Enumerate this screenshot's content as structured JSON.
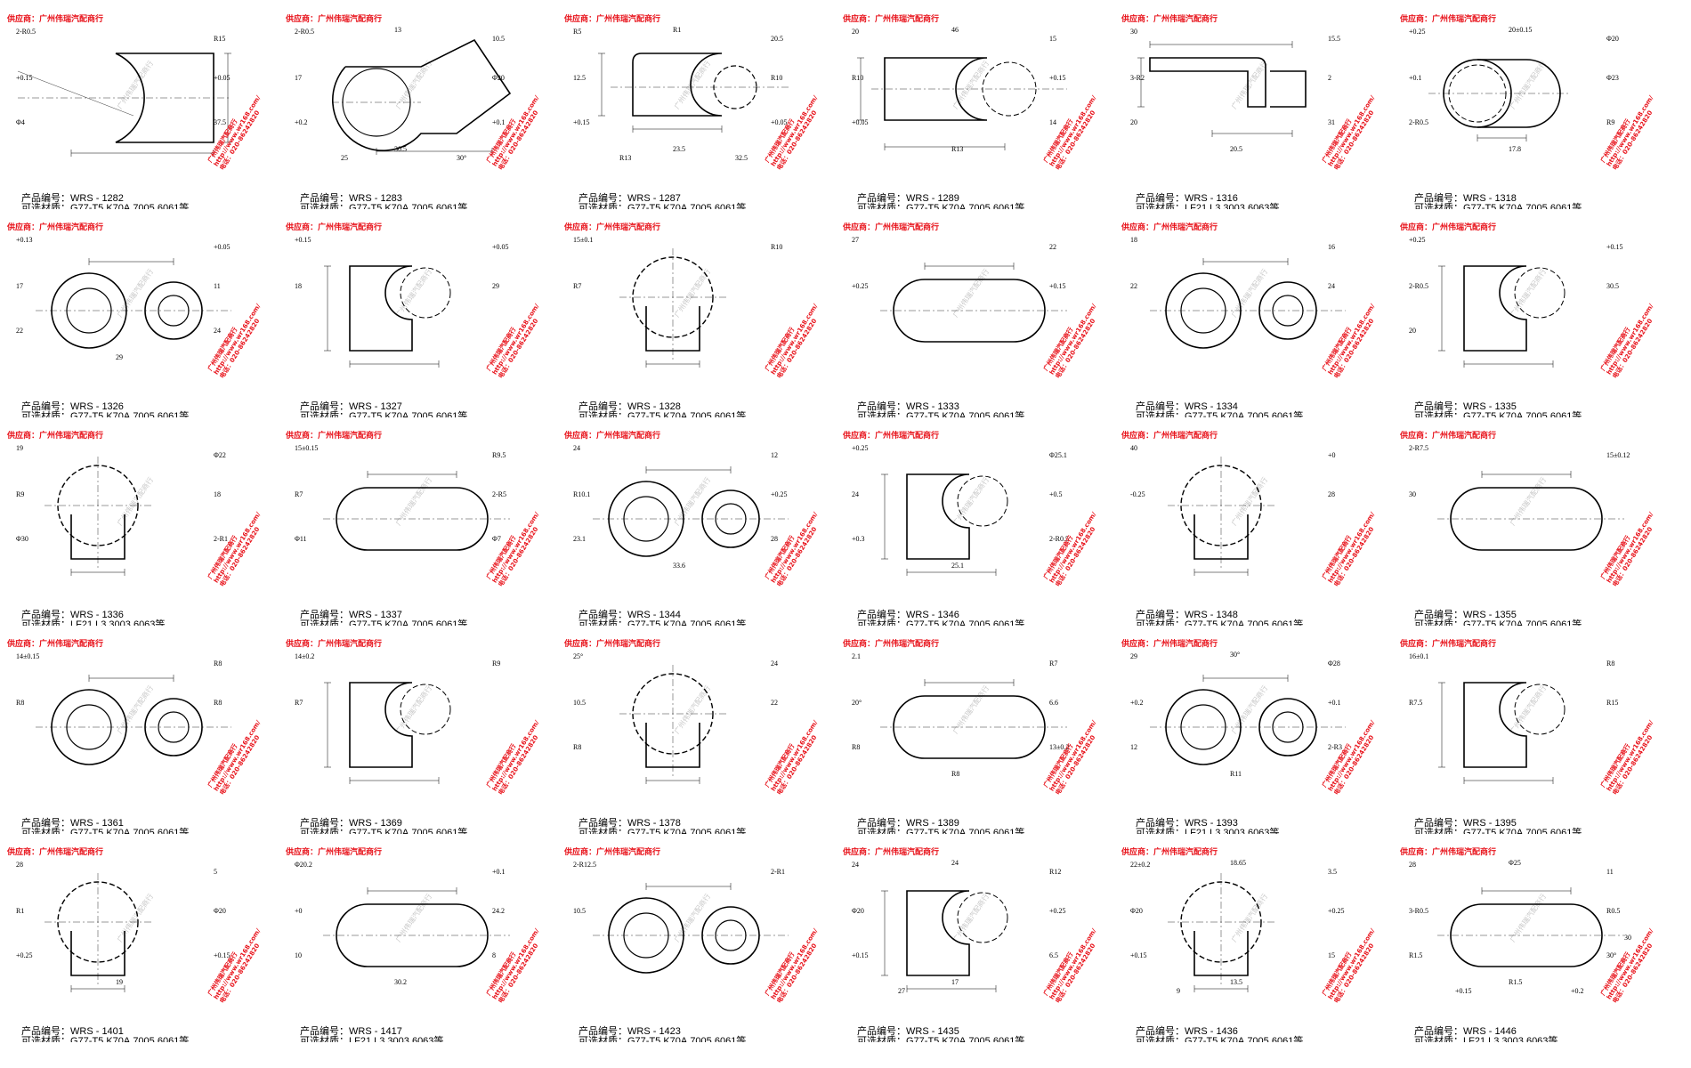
{
  "supplier_prefix": "供应商：广州伟瑞汽配商行",
  "code_prefix": "产品编号：",
  "material_prefix": "可选材质：",
  "watermark": "广州伟瑞汽配商行",
  "stamp_lines": [
    "广州伟瑞汽配商行",
    "http://www.wr168.com/",
    "电话：020-86242820"
  ],
  "accent_color": "#e8131b",
  "items": [
    {
      "code": "WRS - 1282",
      "material": "G77-T5,K70A,7005,6061等",
      "dims": [
        "2-R0.5",
        "R15",
        "+0.15",
        "+0.05",
        "Φ4",
        "37.5"
      ]
    },
    {
      "code": "WRS - 1283",
      "material": "G77-T5,K70A,7005,6061等",
      "dims": [
        "2-R0.5",
        "10.5",
        "17",
        "Φ20",
        "+0.2",
        "+0.1",
        "30.5",
        "13",
        "25",
        "30°"
      ]
    },
    {
      "code": "WRS - 1287",
      "material": "G77-T5,K70A,7005,6061等",
      "dims": [
        "R5",
        "20.5",
        "12.5",
        "R10",
        "+0.15",
        "+0.05",
        "23.5",
        "R1",
        "R13",
        "32.5"
      ]
    },
    {
      "code": "WRS - 1289",
      "material": "G77-T5,K70A,7005,6061等",
      "dims": [
        "20",
        "15",
        "R10",
        "+0.15",
        "+0.05",
        "14",
        "R13",
        "46"
      ]
    },
    {
      "code": "WRS - 1316",
      "material": "LF21,L3,3003,6063等",
      "dims": [
        "30",
        "15.5",
        "3-R2",
        "2",
        "20",
        "31",
        "20.5"
      ]
    },
    {
      "code": "WRS - 1318",
      "material": "G77-T5,K70A,7005,6061等",
      "dims": [
        "+0.25",
        "Φ20",
        "+0.1",
        "Φ23",
        "2-R0.5",
        "R9",
        "17.8",
        "20±0.15"
      ]
    },
    {
      "code": "WRS - 1326",
      "material": "G77-T5,K70A,7005,6061等",
      "dims": [
        "+0.13",
        "+0.05",
        "17",
        "11",
        "22",
        "24",
        "29"
      ]
    },
    {
      "code": "WRS - 1327",
      "material": "G77-T5,K70A,7005,6061等",
      "dims": [
        "+0.15",
        "+0.05",
        "18",
        "29"
      ]
    },
    {
      "code": "WRS - 1328",
      "material": "G77-T5,K70A,7005,6061等",
      "dims": [
        "15±0.1",
        "R10",
        "R7"
      ]
    },
    {
      "code": "WRS - 1333",
      "material": "G77-T5,K70A,7005,6061等",
      "dims": [
        "27",
        "22",
        "+0.25",
        "+0.15"
      ]
    },
    {
      "code": "WRS - 1334",
      "material": "G77-T5,K70A,7005,6061等",
      "dims": [
        "18",
        "16",
        "22",
        "24"
      ]
    },
    {
      "code": "WRS - 1335",
      "material": "G77-T5,K70A,7005,6061等",
      "dims": [
        "+0.25",
        "+0.15",
        "2-R0.5",
        "30.5",
        "20"
      ]
    },
    {
      "code": "WRS - 1336",
      "material": "LF21,L3,3003,6063等",
      "dims": [
        "19",
        "Φ22",
        "R9",
        "18",
        "Φ30",
        "2-R1"
      ]
    },
    {
      "code": "WRS - 1337",
      "material": "G77-T5,K70A,7005,6061等",
      "dims": [
        "15±0.15",
        "R9.5",
        "R7",
        "2-R5",
        "Φ11",
        "Φ7"
      ]
    },
    {
      "code": "WRS - 1344",
      "material": "G77-T5,K70A,7005,6061等",
      "dims": [
        "24",
        "12",
        "R10.1",
        "+0.25",
        "23.1",
        "28",
        "33.6"
      ]
    },
    {
      "code": "WRS - 1346",
      "material": "G77-T5,K70A,7005,6061等",
      "dims": [
        "+0.25",
        "Φ25.1",
        "24",
        "+0.5",
        "+0.3",
        "2-R0.5",
        "25.1"
      ]
    },
    {
      "code": "WRS - 1348",
      "material": "G77-T5,K70A,7005,6061等",
      "dims": [
        "40",
        "+0",
        "-0.25",
        "28"
      ]
    },
    {
      "code": "WRS - 1355",
      "material": "G77-T5,K70A,7005,6061等",
      "dims": [
        "2-R7.5",
        "15±0.12",
        "30"
      ]
    },
    {
      "code": "WRS - 1361",
      "material": "G77-T5,K70A,7005,6061等",
      "dims": [
        "14±0.15",
        "R8",
        "R8",
        "R8"
      ]
    },
    {
      "code": "WRS - 1369",
      "material": "G77-T5,K70A,7005,6061等",
      "dims": [
        "14±0.2",
        "R9",
        "R7"
      ]
    },
    {
      "code": "WRS - 1378",
      "material": "G77-T5,K70A,7005,6061等",
      "dims": [
        "25°",
        "24",
        "10.5",
        "22",
        "R8"
      ]
    },
    {
      "code": "WRS - 1389",
      "material": "G77-T5,K70A,7005,6061等",
      "dims": [
        "2.1",
        "R7",
        "20°",
        "6.6",
        "R8",
        "13±0.2",
        "R8"
      ]
    },
    {
      "code": "WRS - 1393",
      "material": "LF21,L3,3003,6063等",
      "dims": [
        "29",
        "Φ28",
        "+0.2",
        "+0.1",
        "12",
        "2-R3",
        "R11",
        "30°"
      ]
    },
    {
      "code": "WRS - 1395",
      "material": "G77-T5,K70A,7005,6061等",
      "dims": [
        "16±0.1",
        "R8",
        "R7.5",
        "R15"
      ]
    },
    {
      "code": "WRS - 1401",
      "material": "G77-T5,K70A,7005,6061等",
      "dims": [
        "28",
        "5",
        "R1",
        "Φ20",
        "+0.25",
        "+0.15",
        "19"
      ]
    },
    {
      "code": "WRS - 1417",
      "material": "LF21,L3,3003,6063等",
      "dims": [
        "Φ20.2",
        "+0.1",
        "+0",
        "24.2",
        "10",
        "8",
        "30.2"
      ]
    },
    {
      "code": "WRS - 1423",
      "material": "G77-T5,K70A,7005,6061等",
      "dims": [
        "2-R12.5",
        "2-R1",
        "10.5"
      ]
    },
    {
      "code": "WRS - 1435",
      "material": "G77-T5,K70A,7005,6061等",
      "dims": [
        "24",
        "R12",
        "Φ20",
        "+0.25",
        "+0.15",
        "6.5",
        "17",
        "24",
        "27"
      ]
    },
    {
      "code": "WRS - 1436",
      "material": "G77-T5,K70A,7005,6061等",
      "dims": [
        "22±0.2",
        "3.5",
        "Φ20",
        "+0.25",
        "+0.15",
        "15",
        "13.5",
        "18.65",
        "9"
      ]
    },
    {
      "code": "WRS - 1446",
      "material": "LF21,L3,3003,6063等",
      "dims": [
        "28",
        "11",
        "3-R0.5",
        "R0.5",
        "R1.5",
        "30°",
        "R1.5",
        "Φ25",
        "+0.15",
        "+0.2",
        "30"
      ]
    }
  ]
}
